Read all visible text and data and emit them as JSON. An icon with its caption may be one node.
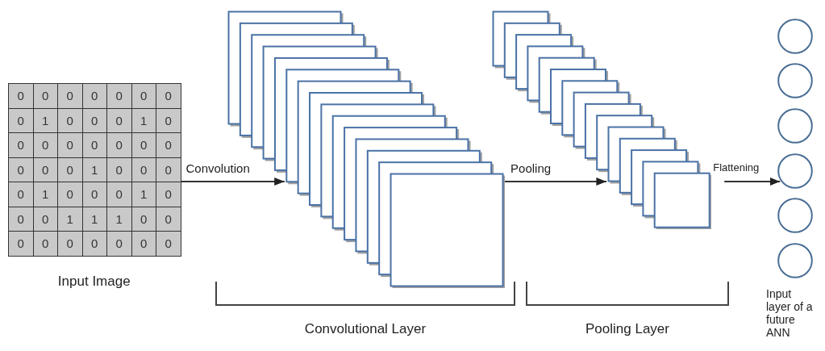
{
  "diagram": {
    "nodes": [
      {
        "text": [
          "Input Image"
        ]
      },
      {
        "text": [],
        "shape": "box"
      },
      {
        "text": [],
        "shape": "box"
      },
      {
        "text": [],
        "shape": "circle"
      },
      {
        "text": [],
        "shape": "circle"
      },
      {
        "text": [],
        "shape": "circle"
      },
      {
        "text": [],
        "shape": "circle"
      },
      {
        "text": [],
        "shape": "circle"
      },
      {
        "text": [],
        "shape": "circle"
      }
    ],
    "edges": [
      {
        "from": 0,
        "to": 1,
        "arrow": "to",
        "label": "Convolution"
      },
      {
        "from": 1,
        "to": 2,
        "arrow": "to",
        "label": "Pooling"
      },
      {
        "from": 2,
        "to": 6,
        "arrow": "to",
        "label": "Flattening"
      }
    ],
    "labels": [
      "0",
      "0",
      "0",
      "0",
      "0",
      "0",
      "0",
      "0",
      "1",
      "0",
      "0",
      "0",
      "1",
      "0",
      "0",
      "0",
      "0",
      "0",
      "0",
      "0",
      "0",
      "0",
      "0",
      "0",
      "1",
      "0",
      "0",
      "0",
      "0",
      "1",
      "0",
      "0",
      "0",
      "1",
      "0",
      "0",
      "0",
      "1",
      "1",
      "1",
      "0",
      "0",
      "0",
      "0",
      "0",
      "0",
      "0",
      "0",
      "0",
      "Convolutional Layer",
      "Pooling Layer",
      "Input layer of a future ANN"
    ]
  }
}
